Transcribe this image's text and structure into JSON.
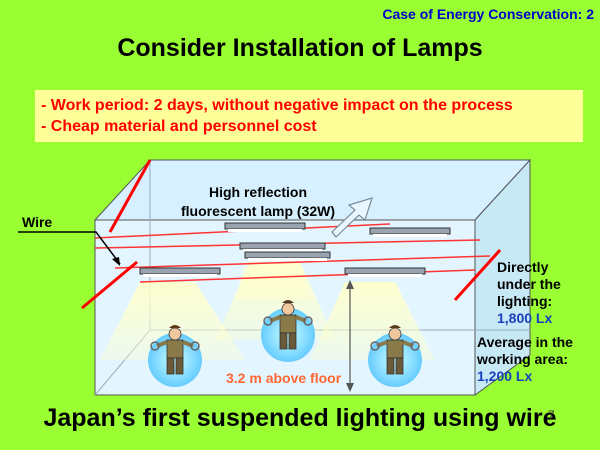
{
  "header": {
    "case_label": "Case of Energy Conservation: 2"
  },
  "title": "Consider Installation of Lamps",
  "notes": [
    "- Work period: 2 days, without negative impact on the process",
    "- Cheap material and personnel cost"
  ],
  "diagram": {
    "lamp_label_line1": "High reflection",
    "lamp_label_line2": "fluorescent lamp (32W)",
    "wire_label": "Wire",
    "direct_line1": "Directly",
    "direct_line2": "under the",
    "direct_line3": "lighting:",
    "direct_value": "1,800 Lx",
    "average_line1": "Average in the",
    "average_line2": "working area:",
    "average_value": "1,200 Lx",
    "height_label": "3.2 m above floor"
  },
  "footer": "Japan’s first suspended lighting using wire",
  "page_number": "7"
}
